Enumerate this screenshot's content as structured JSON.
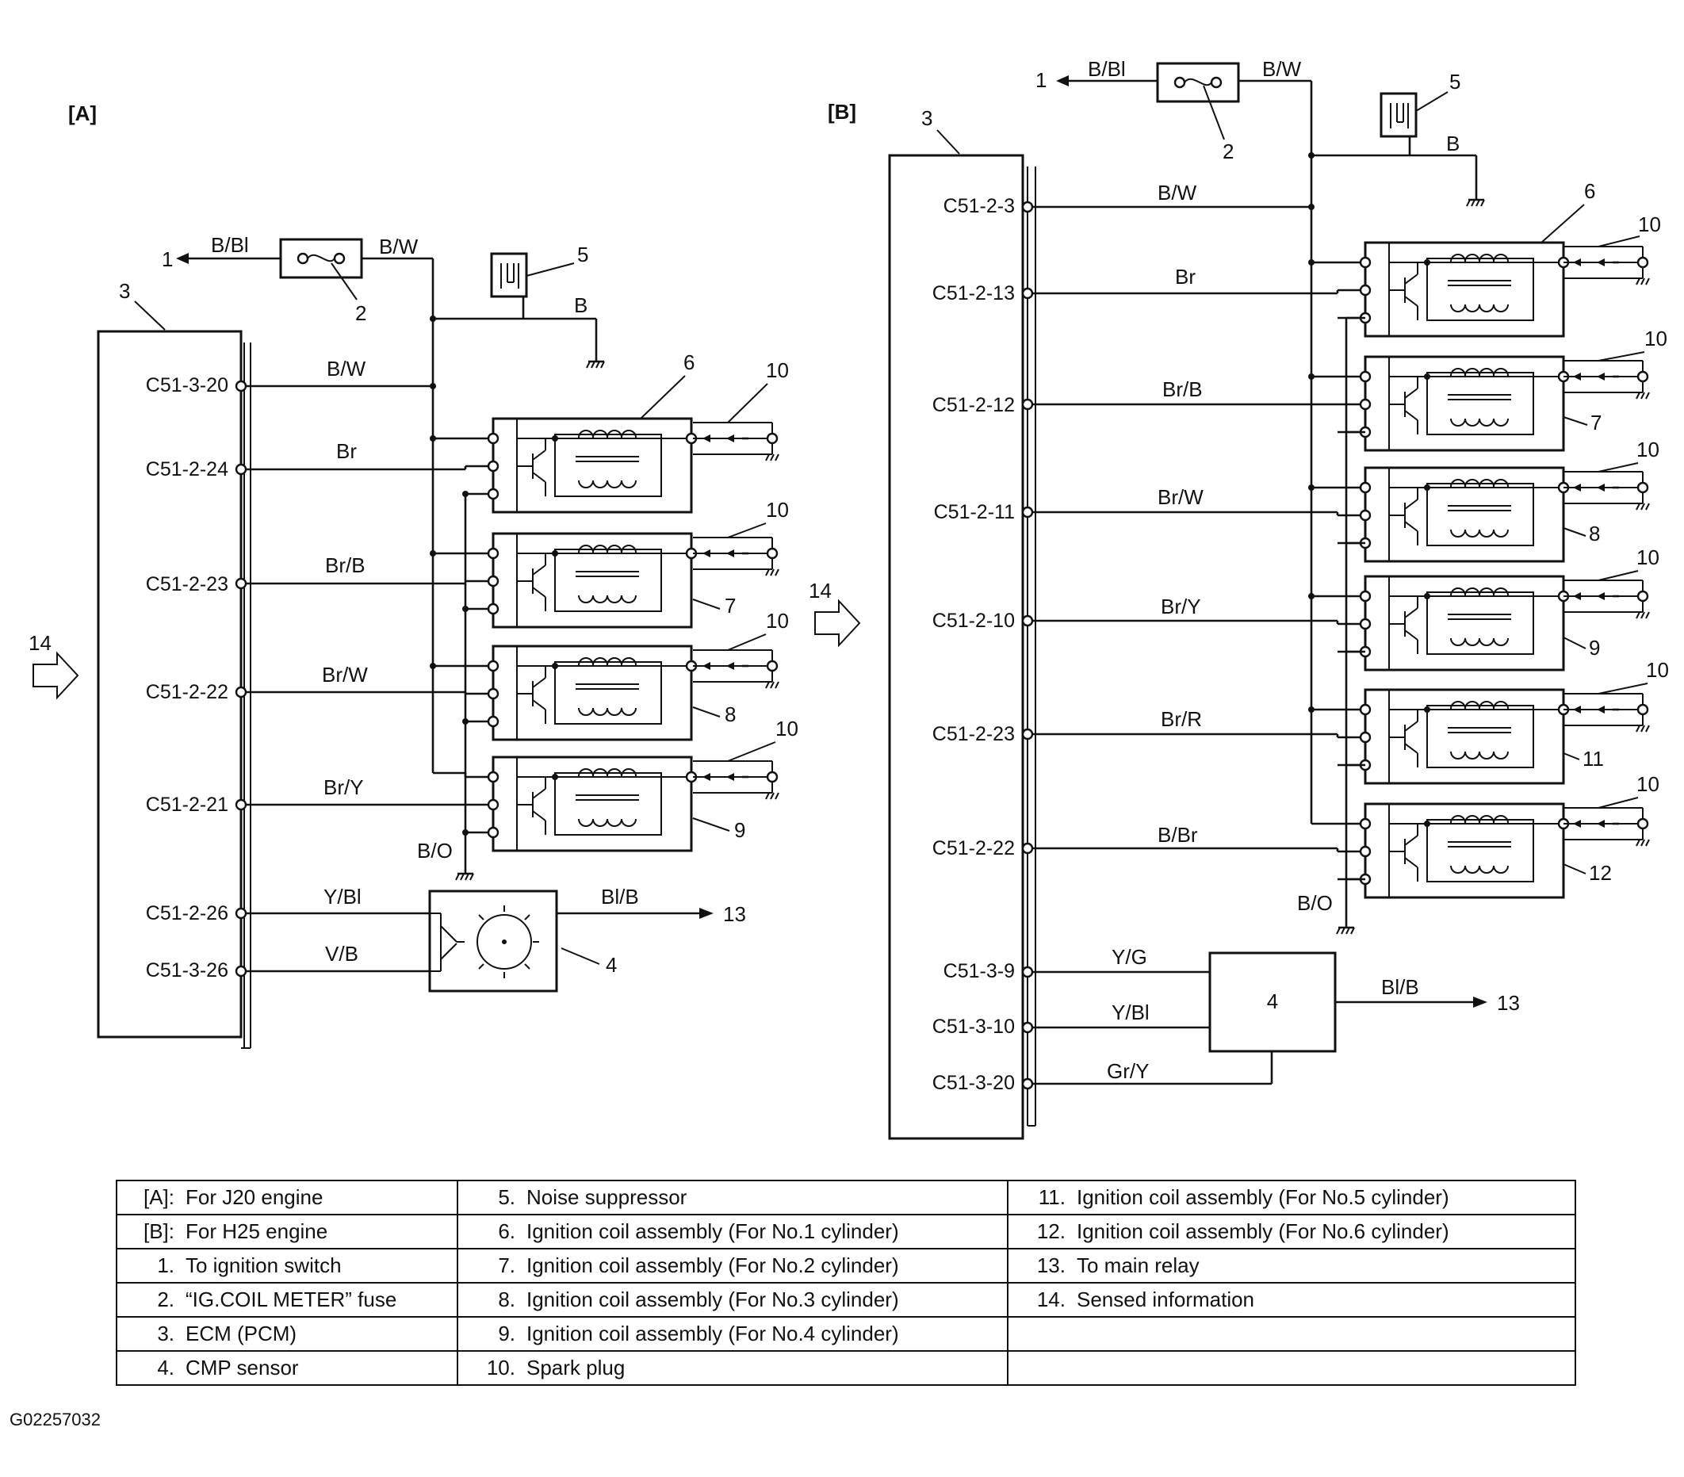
{
  "sections": {
    "a": "[A]",
    "b": "[B]"
  },
  "wire_colors": {
    "bbl": "B/Bl",
    "bw": "B/W",
    "b": "B",
    "br": "Br",
    "brb": "Br/B",
    "brw": "Br/W",
    "bry": "Br/Y",
    "brr": "Br/R",
    "bbr": "B/Br",
    "bo": "B/O",
    "ybl": "Y/Bl",
    "vb": "V/B",
    "blb": "Bl/B",
    "yg": "Y/G",
    "gry": "Gr/Y"
  },
  "pins_a": [
    "C51-3-20",
    "C51-2-24",
    "C51-2-23",
    "C51-2-22",
    "C51-2-21",
    "C51-2-26",
    "C51-3-26"
  ],
  "pins_b": [
    "C51-2-3",
    "C51-2-13",
    "C51-2-12",
    "C51-2-11",
    "C51-2-10",
    "C51-2-23",
    "C51-2-22",
    "C51-3-9",
    "C51-3-10",
    "C51-3-20"
  ],
  "numbers": {
    "n1": "1",
    "n2": "2",
    "n3": "3",
    "n4": "4",
    "n5": "5",
    "n6": "6",
    "n7": "7",
    "n8": "8",
    "n9": "9",
    "n10": "10",
    "n11": "11",
    "n12": "12",
    "n13": "13",
    "n14": "14"
  },
  "legend": [
    [
      {
        "k": "[A]:",
        "v": "For J20 engine"
      },
      {
        "k": "5.",
        "v": "Noise suppressor"
      },
      {
        "k": "11.",
        "v": "Ignition coil assembly (For No.5 cylinder)"
      }
    ],
    [
      {
        "k": "[B]:",
        "v": "For H25 engine"
      },
      {
        "k": "6.",
        "v": "Ignition coil assembly (For No.1 cylinder)"
      },
      {
        "k": "12.",
        "v": "Ignition coil assembly (For No.6 cylinder)"
      }
    ],
    [
      {
        "k": "1.",
        "v": "To ignition switch"
      },
      {
        "k": "7.",
        "v": "Ignition coil assembly (For No.2 cylinder)"
      },
      {
        "k": "13.",
        "v": "To main relay"
      }
    ],
    [
      {
        "k": "2.",
        "v": "“IG.COIL METER” fuse"
      },
      {
        "k": "8.",
        "v": "Ignition coil assembly (For No.3 cylinder)"
      },
      {
        "k": "14.",
        "v": "Sensed information"
      }
    ],
    [
      {
        "k": "3.",
        "v": "ECM (PCM)"
      },
      {
        "k": "9.",
        "v": "Ignition coil assembly (For No.4 cylinder)"
      },
      {
        "k": "",
        "v": ""
      }
    ],
    [
      {
        "k": "4.",
        "v": "CMP sensor"
      },
      {
        "k": "10.",
        "v": "Spark plug"
      },
      {
        "k": "",
        "v": ""
      }
    ]
  ],
  "figure_code": "G02257032"
}
